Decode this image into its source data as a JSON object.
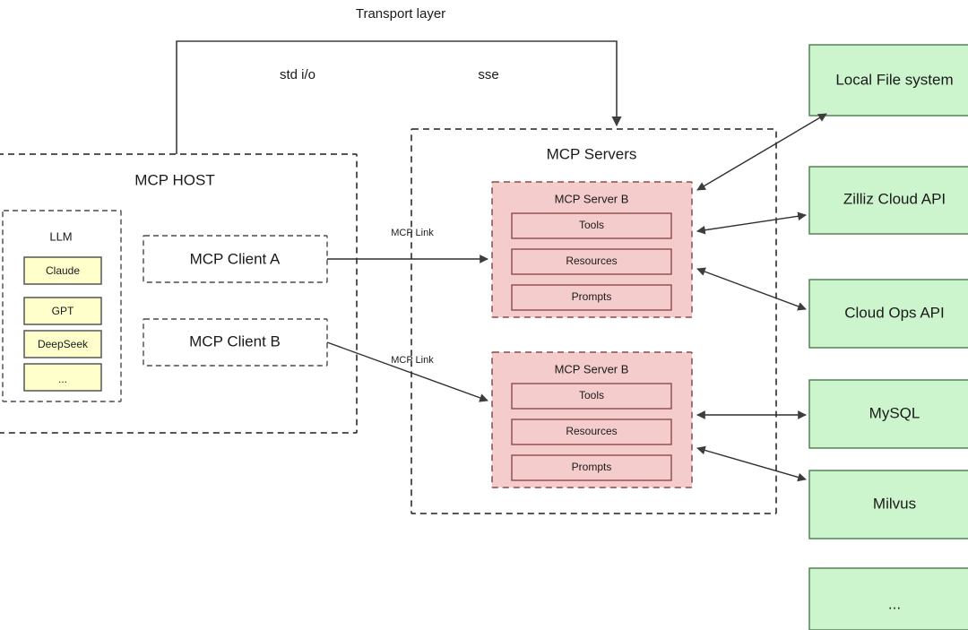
{
  "diagram": {
    "transport": {
      "title": "Transport layer",
      "links": [
        {
          "id": "stdio",
          "label": "std i/o"
        },
        {
          "id": "sse",
          "label": "sse"
        }
      ]
    },
    "host": {
      "title": "MCP HOST",
      "llm": {
        "title": "LLM",
        "models": [
          "Claude",
          "GPT",
          "DeepSeek",
          "..."
        ]
      },
      "clients": [
        {
          "id": "client-a",
          "label": "MCP Client A"
        },
        {
          "id": "client-b",
          "label": "MCP Client B"
        }
      ]
    },
    "servers_group": {
      "title": "MCP Servers",
      "servers": [
        {
          "id": "server-top",
          "label": "MCP Server B",
          "capabilities": [
            "Tools",
            "Resources",
            "Prompts"
          ]
        },
        {
          "id": "server-bottom",
          "label": "MCP Server B",
          "capabilities": [
            "Tools",
            "Resources",
            "Prompts"
          ]
        }
      ]
    },
    "mcp_link_labels": [
      {
        "id": "link-a",
        "label": "MCP Link"
      },
      {
        "id": "link-b",
        "label": "MCP Link"
      }
    ],
    "resources": [
      {
        "id": "local-file-system",
        "label": "Local File system"
      },
      {
        "id": "zilliz-cloud-api",
        "label": "Zilliz Cloud API"
      },
      {
        "id": "cloud-ops-api",
        "label": "Cloud Ops API"
      },
      {
        "id": "mysql",
        "label": "MySQL"
      },
      {
        "id": "milvus",
        "label": "Milvus"
      },
      {
        "id": "more-resources",
        "label": "..."
      }
    ],
    "colors": {
      "host_fill": "#ffffcc",
      "host_stroke": "#1e1e1e",
      "server_fill": "#f5cccc",
      "server_stroke": "#8c4a4a",
      "resource_fill": "#cdf5cd",
      "resource_stroke": "#4a7a4a",
      "edge": "#3d3d3d",
      "background": "#ffffff"
    }
  }
}
